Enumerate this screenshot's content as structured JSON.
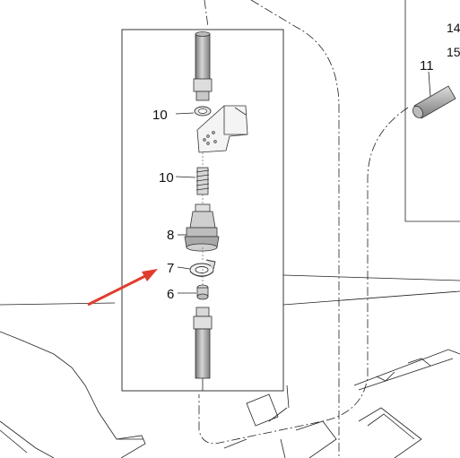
{
  "diagram": {
    "callouts": [
      {
        "id": "c10a",
        "label": "10"
      },
      {
        "id": "c10b",
        "label": "10"
      },
      {
        "id": "c8",
        "label": "8"
      },
      {
        "id": "c7",
        "label": "7"
      },
      {
        "id": "c6",
        "label": "6"
      },
      {
        "id": "c11",
        "label": "11"
      },
      {
        "id": "c14",
        "label": "14"
      },
      {
        "id": "c15",
        "label": "15"
      }
    ],
    "arrow_color": "#e23b2e",
    "line_color": "#222222"
  }
}
